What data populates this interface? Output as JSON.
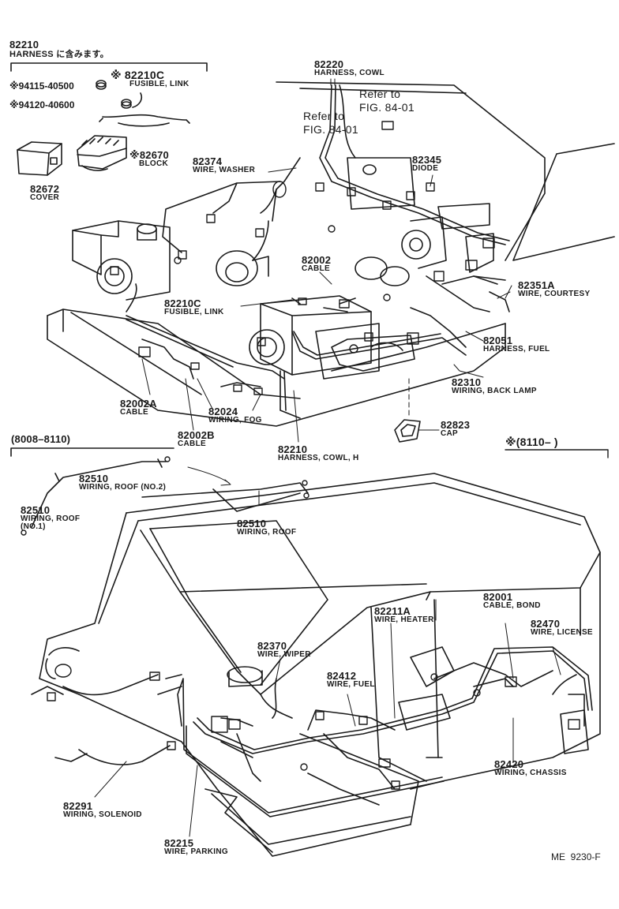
{
  "figure_code": "ME  9230-F",
  "top_note": {
    "number": "82210",
    "text": "HARNESS に含みます。"
  },
  "range_left": "(8008–8110)",
  "range_right": "※(8110–        )",
  "small_parts": [
    {
      "id": "p_94115",
      "text": "※94115-40500"
    },
    {
      "id": "p_94120",
      "text": "※94120-40600"
    }
  ],
  "refs": [
    {
      "id": "ref_a",
      "line1": "Refer to",
      "line2": "FIG. 84-01"
    },
    {
      "id": "ref_b",
      "line1": "Refer to",
      "line2": "FIG. 84-01"
    }
  ],
  "parts": [
    {
      "id": "p_82210C_a",
      "num": "※ 82210C",
      "desc": "FUSIBLE, LINK"
    },
    {
      "id": "p_82670",
      "num": "※82670",
      "desc": "BLOCK"
    },
    {
      "id": "p_82672",
      "num": "82672",
      "desc": "COVER"
    },
    {
      "id": "p_82220",
      "num": "82220",
      "desc": "HARNESS, COWL"
    },
    {
      "id": "p_82374",
      "num": "82374",
      "desc": "WIRE, WASHER"
    },
    {
      "id": "p_82345",
      "num": "82345",
      "desc": "DIODE"
    },
    {
      "id": "p_82002",
      "num": "82002",
      "desc": "CABLE"
    },
    {
      "id": "p_82351A",
      "num": "82351A",
      "desc": "WIRE, COURTESY"
    },
    {
      "id": "p_82210C_b",
      "num": "82210C",
      "desc": "FUSIBLE, LINK"
    },
    {
      "id": "p_82051",
      "num": "82051",
      "desc": "HARNESS, FUEL"
    },
    {
      "id": "p_82310",
      "num": "82310",
      "desc": "WIRING, BACK LAMP"
    },
    {
      "id": "p_82002A",
      "num": "82002A",
      "desc": "CABLE"
    },
    {
      "id": "p_82024",
      "num": "82024",
      "desc": "WIRING, FOG"
    },
    {
      "id": "p_82002B",
      "num": "82002B",
      "desc": "CABLE"
    },
    {
      "id": "p_82823",
      "num": "82823",
      "desc": "CAP"
    },
    {
      "id": "p_82210",
      "num": "82210",
      "desc": "HARNESS, COWL, H"
    },
    {
      "id": "p_82510_a",
      "num": "82510",
      "desc": "WIRING, ROOF (NO.2)"
    },
    {
      "id": "p_82510_b",
      "num": "82510",
      "desc": "WIRING, ROOF",
      "desc2": "(NO.1)"
    },
    {
      "id": "p_82510_c",
      "num": "82510",
      "desc": "WIRING, ROOF"
    },
    {
      "id": "p_82211A",
      "num": "82211A",
      "desc": "WIRE, HEATER"
    },
    {
      "id": "p_82001",
      "num": "82001",
      "desc": "CABLE, BOND"
    },
    {
      "id": "p_82470",
      "num": "82470",
      "desc": "WIRE, LICENSE"
    },
    {
      "id": "p_82370",
      "num": "82370",
      "desc": "WIRE, WIPER"
    },
    {
      "id": "p_82412",
      "num": "82412",
      "desc": "WIRE, FUEL"
    },
    {
      "id": "p_82420",
      "num": "82420",
      "desc": "WIRING, CHASSIS"
    },
    {
      "id": "p_82291",
      "num": "82291",
      "desc": "WIRING, SOLENOID"
    },
    {
      "id": "p_82215",
      "num": "82215",
      "desc": "WIRE, PARKING"
    }
  ]
}
